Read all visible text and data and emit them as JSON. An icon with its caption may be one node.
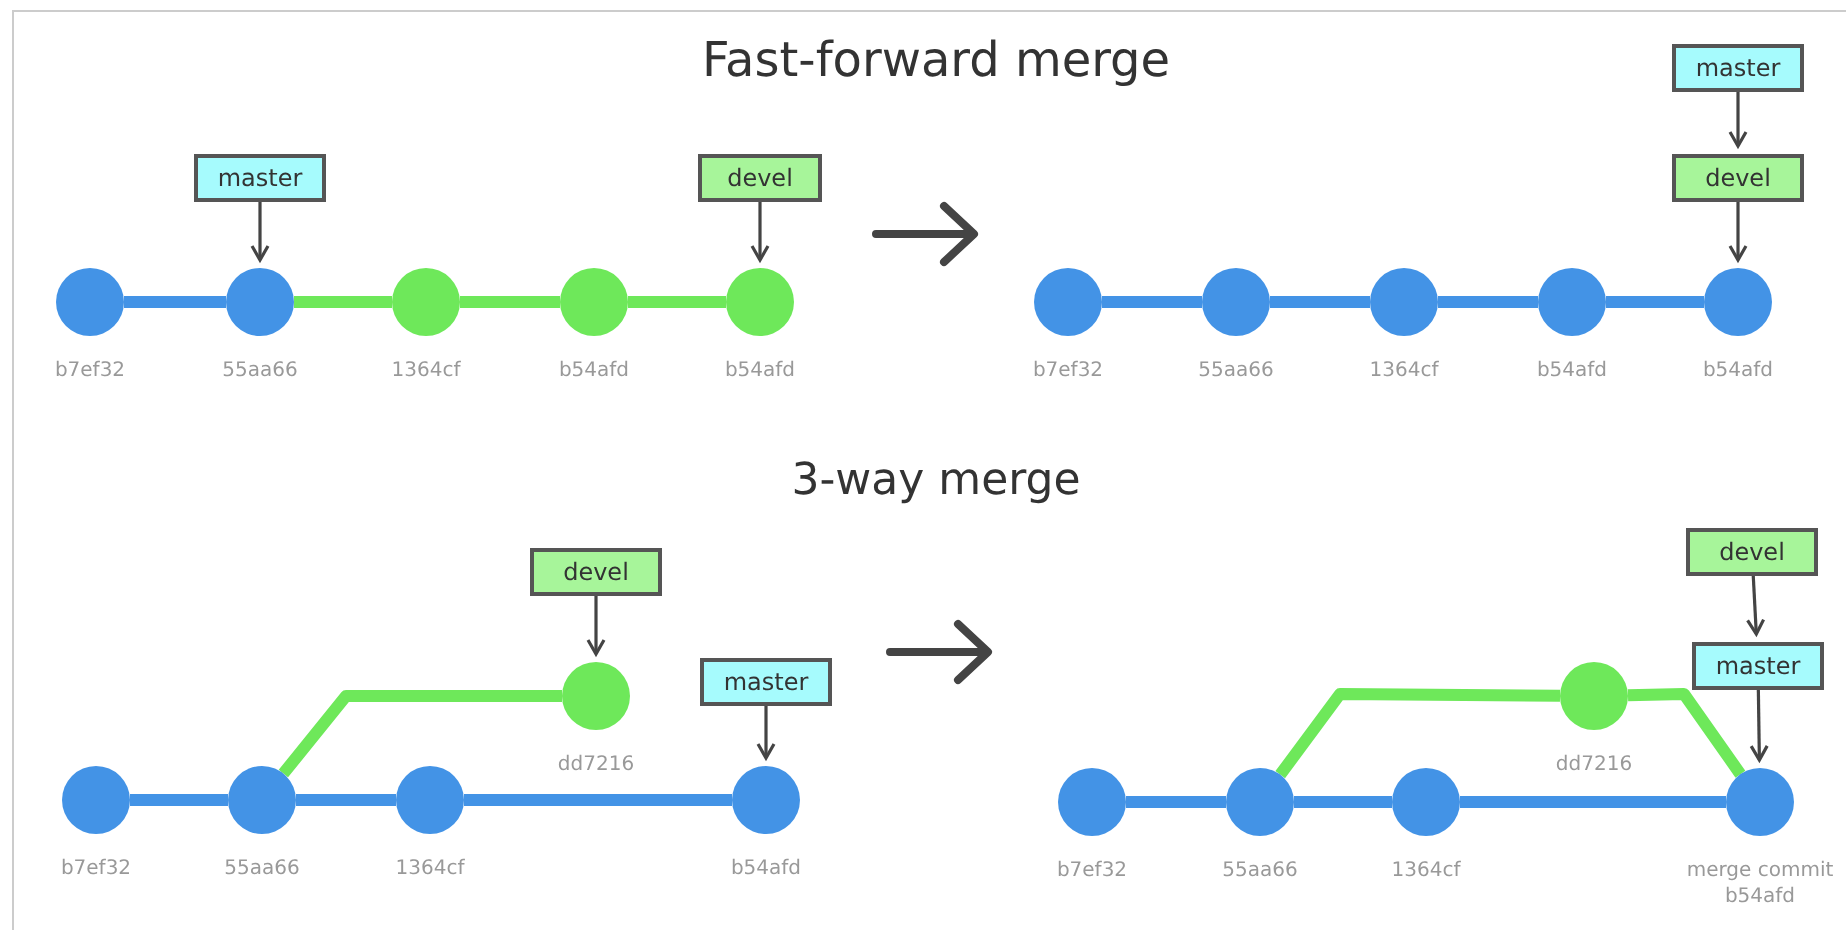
{
  "diagram": {
    "nodes": [
      {
        "text": [
          "master"
        ]
      },
      {
        "text": [
          "devel"
        ]
      },
      {
        "text": [],
        "shape": "circle",
        "beside": [
          "b7ef32"
        ]
      },
      {
        "text": [],
        "shape": "circle",
        "beside": [
          "55aa66"
        ]
      },
      {
        "text": [],
        "shape": "circle",
        "beside": [
          "1364cf"
        ]
      },
      {
        "text": [],
        "shape": "circle",
        "beside": [
          "b54afd"
        ]
      },
      {
        "text": [],
        "shape": "circle",
        "beside": [
          "b54afd"
        ]
      },
      {
        "text": [
          "master"
        ]
      },
      {
        "text": [
          "devel"
        ]
      },
      {
        "text": [],
        "shape": "circle",
        "beside": [
          "b7ef32"
        ]
      },
      {
        "text": [],
        "shape": "circle",
        "beside": [
          "55aa66"
        ]
      },
      {
        "text": [],
        "shape": "circle",
        "beside": [
          "1364cf"
        ]
      },
      {
        "text": [],
        "shape": "circle",
        "beside": [
          "b54afd"
        ]
      },
      {
        "text": [],
        "shape": "circle",
        "beside": [
          "b54afd"
        ]
      },
      {
        "text": [
          "devel"
        ]
      },
      {
        "text": [
          "master"
        ]
      },
      {
        "text": [],
        "shape": "circle",
        "beside": [
          "dd7216"
        ]
      },
      {
        "text": [],
        "shape": "circle",
        "beside": [
          "b7ef32"
        ]
      },
      {
        "text": [],
        "shape": "circle",
        "beside": [
          "55aa66"
        ]
      },
      {
        "text": [],
        "shape": "circle",
        "beside": [
          "1364cf"
        ]
      },
      {
        "text": [],
        "shape": "circle",
        "beside": [
          "b54afd"
        ]
      },
      {
        "text": [
          "devel"
        ]
      },
      {
        "text": [
          "master"
        ]
      },
      {
        "text": [],
        "shape": "circle",
        "beside": [
          "dd7216"
        ]
      },
      {
        "text": [],
        "shape": "circle",
        "beside": [
          "b7ef32"
        ]
      },
      {
        "text": [],
        "shape": "circle",
        "beside": [
          "55aa66"
        ]
      },
      {
        "text": [],
        "shape": "circle",
        "beside": [
          "1364cf"
        ]
      },
      {
        "text": [],
        "shape": "circle",
        "beside": [
          "merge commit b54afd"
        ]
      }
    ],
    "edges": [
      {
        "from": 0,
        "to": 3,
        "arrow": "to",
        "color": "#444444"
      },
      {
        "from": 1,
        "to": 6,
        "arrow": "to",
        "color": "#444444"
      },
      {
        "from": 2,
        "to": 3,
        "arrow": "none"
      },
      {
        "from": 3,
        "to": 4,
        "arrow": "none",
        "color": "#6ee85a"
      },
      {
        "from": 4,
        "to": 5,
        "arrow": "none",
        "color": "#6ee85a"
      },
      {
        "from": 5,
        "to": 6,
        "arrow": "none",
        "color": "#6ee85a"
      },
      {
        "from": 7,
        "to": 8,
        "arrow": "to",
        "color": "#444444"
      },
      {
        "from": 8,
        "to": 13,
        "arrow": "to",
        "color": "#444444"
      },
      {
        "from": 9,
        "to": 10,
        "arrow": "none"
      },
      {
        "from": 10,
        "to": 11,
        "arrow": "none"
      },
      {
        "from": 11,
        "to": 12,
        "arrow": "none"
      },
      {
        "from": 12,
        "to": 13,
        "arrow": "none"
      },
      {
        "from": 14,
        "to": 16,
        "arrow": "to",
        "color": "#444444"
      },
      {
        "from": 15,
        "to": 20,
        "arrow": "to",
        "color": "#444444"
      },
      {
        "from": 17,
        "to": 18,
        "arrow": "none"
      },
      {
        "from": 18,
        "to": 19,
        "arrow": "none"
      },
      {
        "from": 19,
        "to": 20,
        "arrow": "none"
      },
      {
        "from": 18,
        "to": 16,
        "arrow": "none",
        "color": "#6ee85a"
      },
      {
        "from": 21,
        "to": 22,
        "arrow": "to",
        "color": "#444444"
      },
      {
        "from": 22,
        "to": 27,
        "arrow": "to",
        "color": "#444444"
      },
      {
        "from": 24,
        "to": 25,
        "arrow": "none"
      },
      {
        "from": 25,
        "to": 26,
        "arrow": "none"
      },
      {
        "from": 26,
        "to": 27,
        "arrow": "none"
      },
      {
        "from": 25,
        "to": 23,
        "arrow": "none",
        "color": "#6ee85a"
      },
      {
        "from": 23,
        "to": 27,
        "arrow": "none",
        "color": "#6ee85a"
      }
    ],
    "labels": [
      "Fast-forward merge",
      "3-way merge"
    ]
  }
}
